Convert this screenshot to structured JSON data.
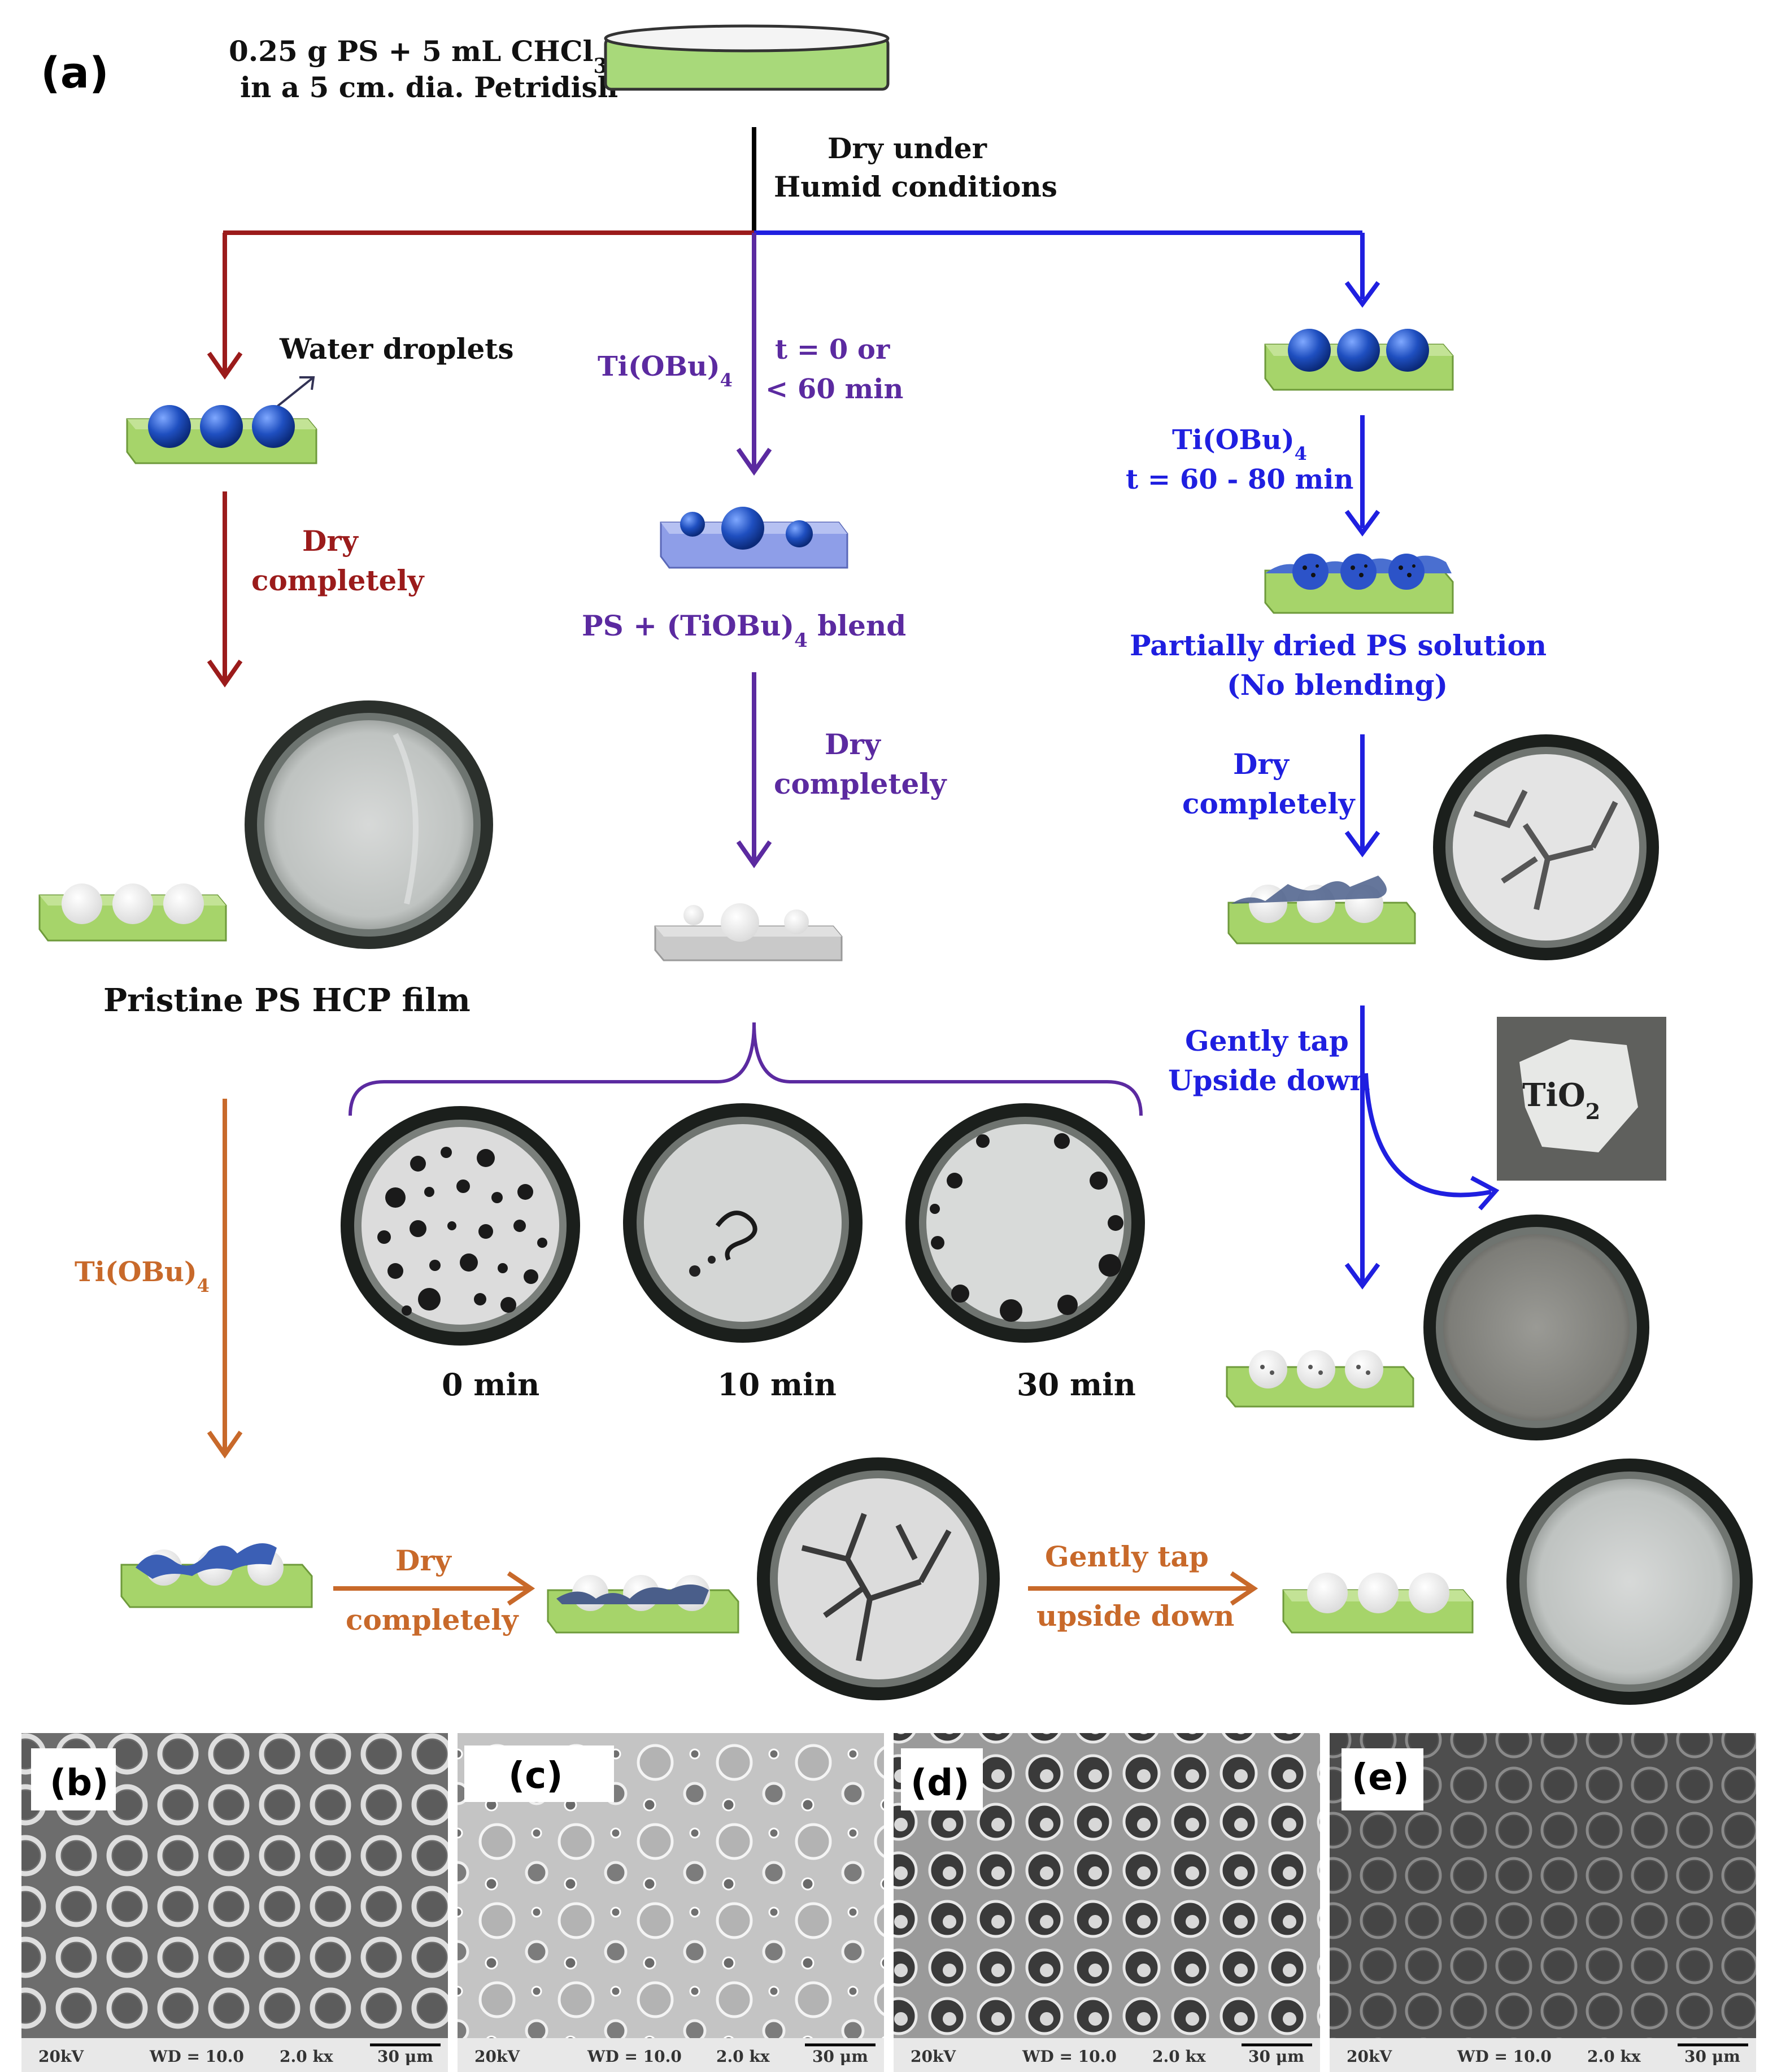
{
  "panel_labels": {
    "a": "(a)",
    "b": "(b)",
    "c": "(c)",
    "d": "(d)",
    "e": "(e)"
  },
  "top": {
    "line1_pre": "0.25 g PS + 5 mL CHCl",
    "line1_sub": "3",
    "line2": "in a 5 cm. dia. Petridish",
    "dry_line1": "Dry under",
    "dry_line2": "Humid conditions"
  },
  "left_branch": {
    "water_droplets": "Water droplets",
    "dry1": "Dry",
    "dry2": "completely",
    "film_label": "Pristine PS HCP film",
    "reagent": "Ti(OBu)",
    "reagent_sub": "4"
  },
  "middle_branch": {
    "reagent": "Ti(OBu)",
    "reagent_sub": "4",
    "time1": "t = 0 or",
    "time2": "< 60 min",
    "blend_pre": "PS + (TiOBu)",
    "blend_sub": "4",
    "blend_post": " blend",
    "dry1": "Dry",
    "dry2": "completely",
    "t0": "0 min",
    "t10": "10 min",
    "t30": "30 min"
  },
  "right_branch": {
    "reagent": "Ti(OBu)",
    "reagent_sub": "4",
    "time": "t = 60 - 80  min",
    "partial1": "Partially dried PS solution",
    "partial2": "(No blending)",
    "dry1": "Dry",
    "dry2": "completely",
    "tap1": "Gently tap",
    "tap2": "Upside down",
    "tio2_pre": "TiO",
    "tio2_sub": "2"
  },
  "bottom_row": {
    "dry1": "Dry",
    "dry2": "completely",
    "tap1": "Gently tap",
    "tap2": "upside down"
  },
  "sem_bar": {
    "kv": "20kV",
    "wd": "WD = 10.0",
    "mag": "2.0 kx",
    "scale": "30 μm"
  },
  "colors": {
    "red_branch": "#9b1b1b",
    "purple_branch": "#5b2aa0",
    "blue_branch": "#1f1fe0",
    "orange_branch": "#c8692a",
    "substrate": "#a6d46a",
    "droplet": "#1f4fc0"
  }
}
